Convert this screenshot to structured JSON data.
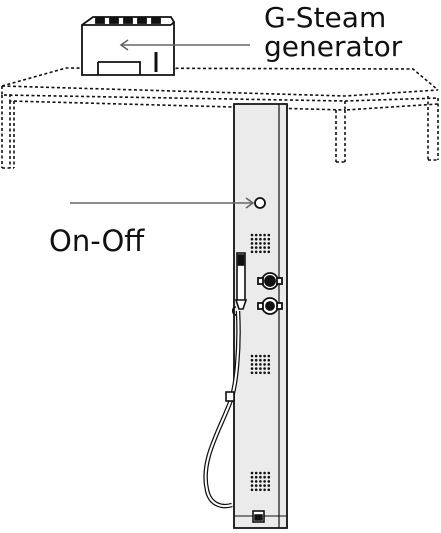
{
  "labels": {
    "generator_line1": "G-Steam",
    "generator_line2": "generator",
    "on_off": "On-Off"
  },
  "colors": {
    "line": "#111111",
    "arrow": "#666666",
    "panel_fill": "#ebebeb",
    "background": "#ffffff"
  },
  "icons": [
    "steam-generator-icon",
    "shower-panel-icon",
    "hand-shower-icon",
    "knob-icon",
    "nozzle-grid-icon"
  ]
}
